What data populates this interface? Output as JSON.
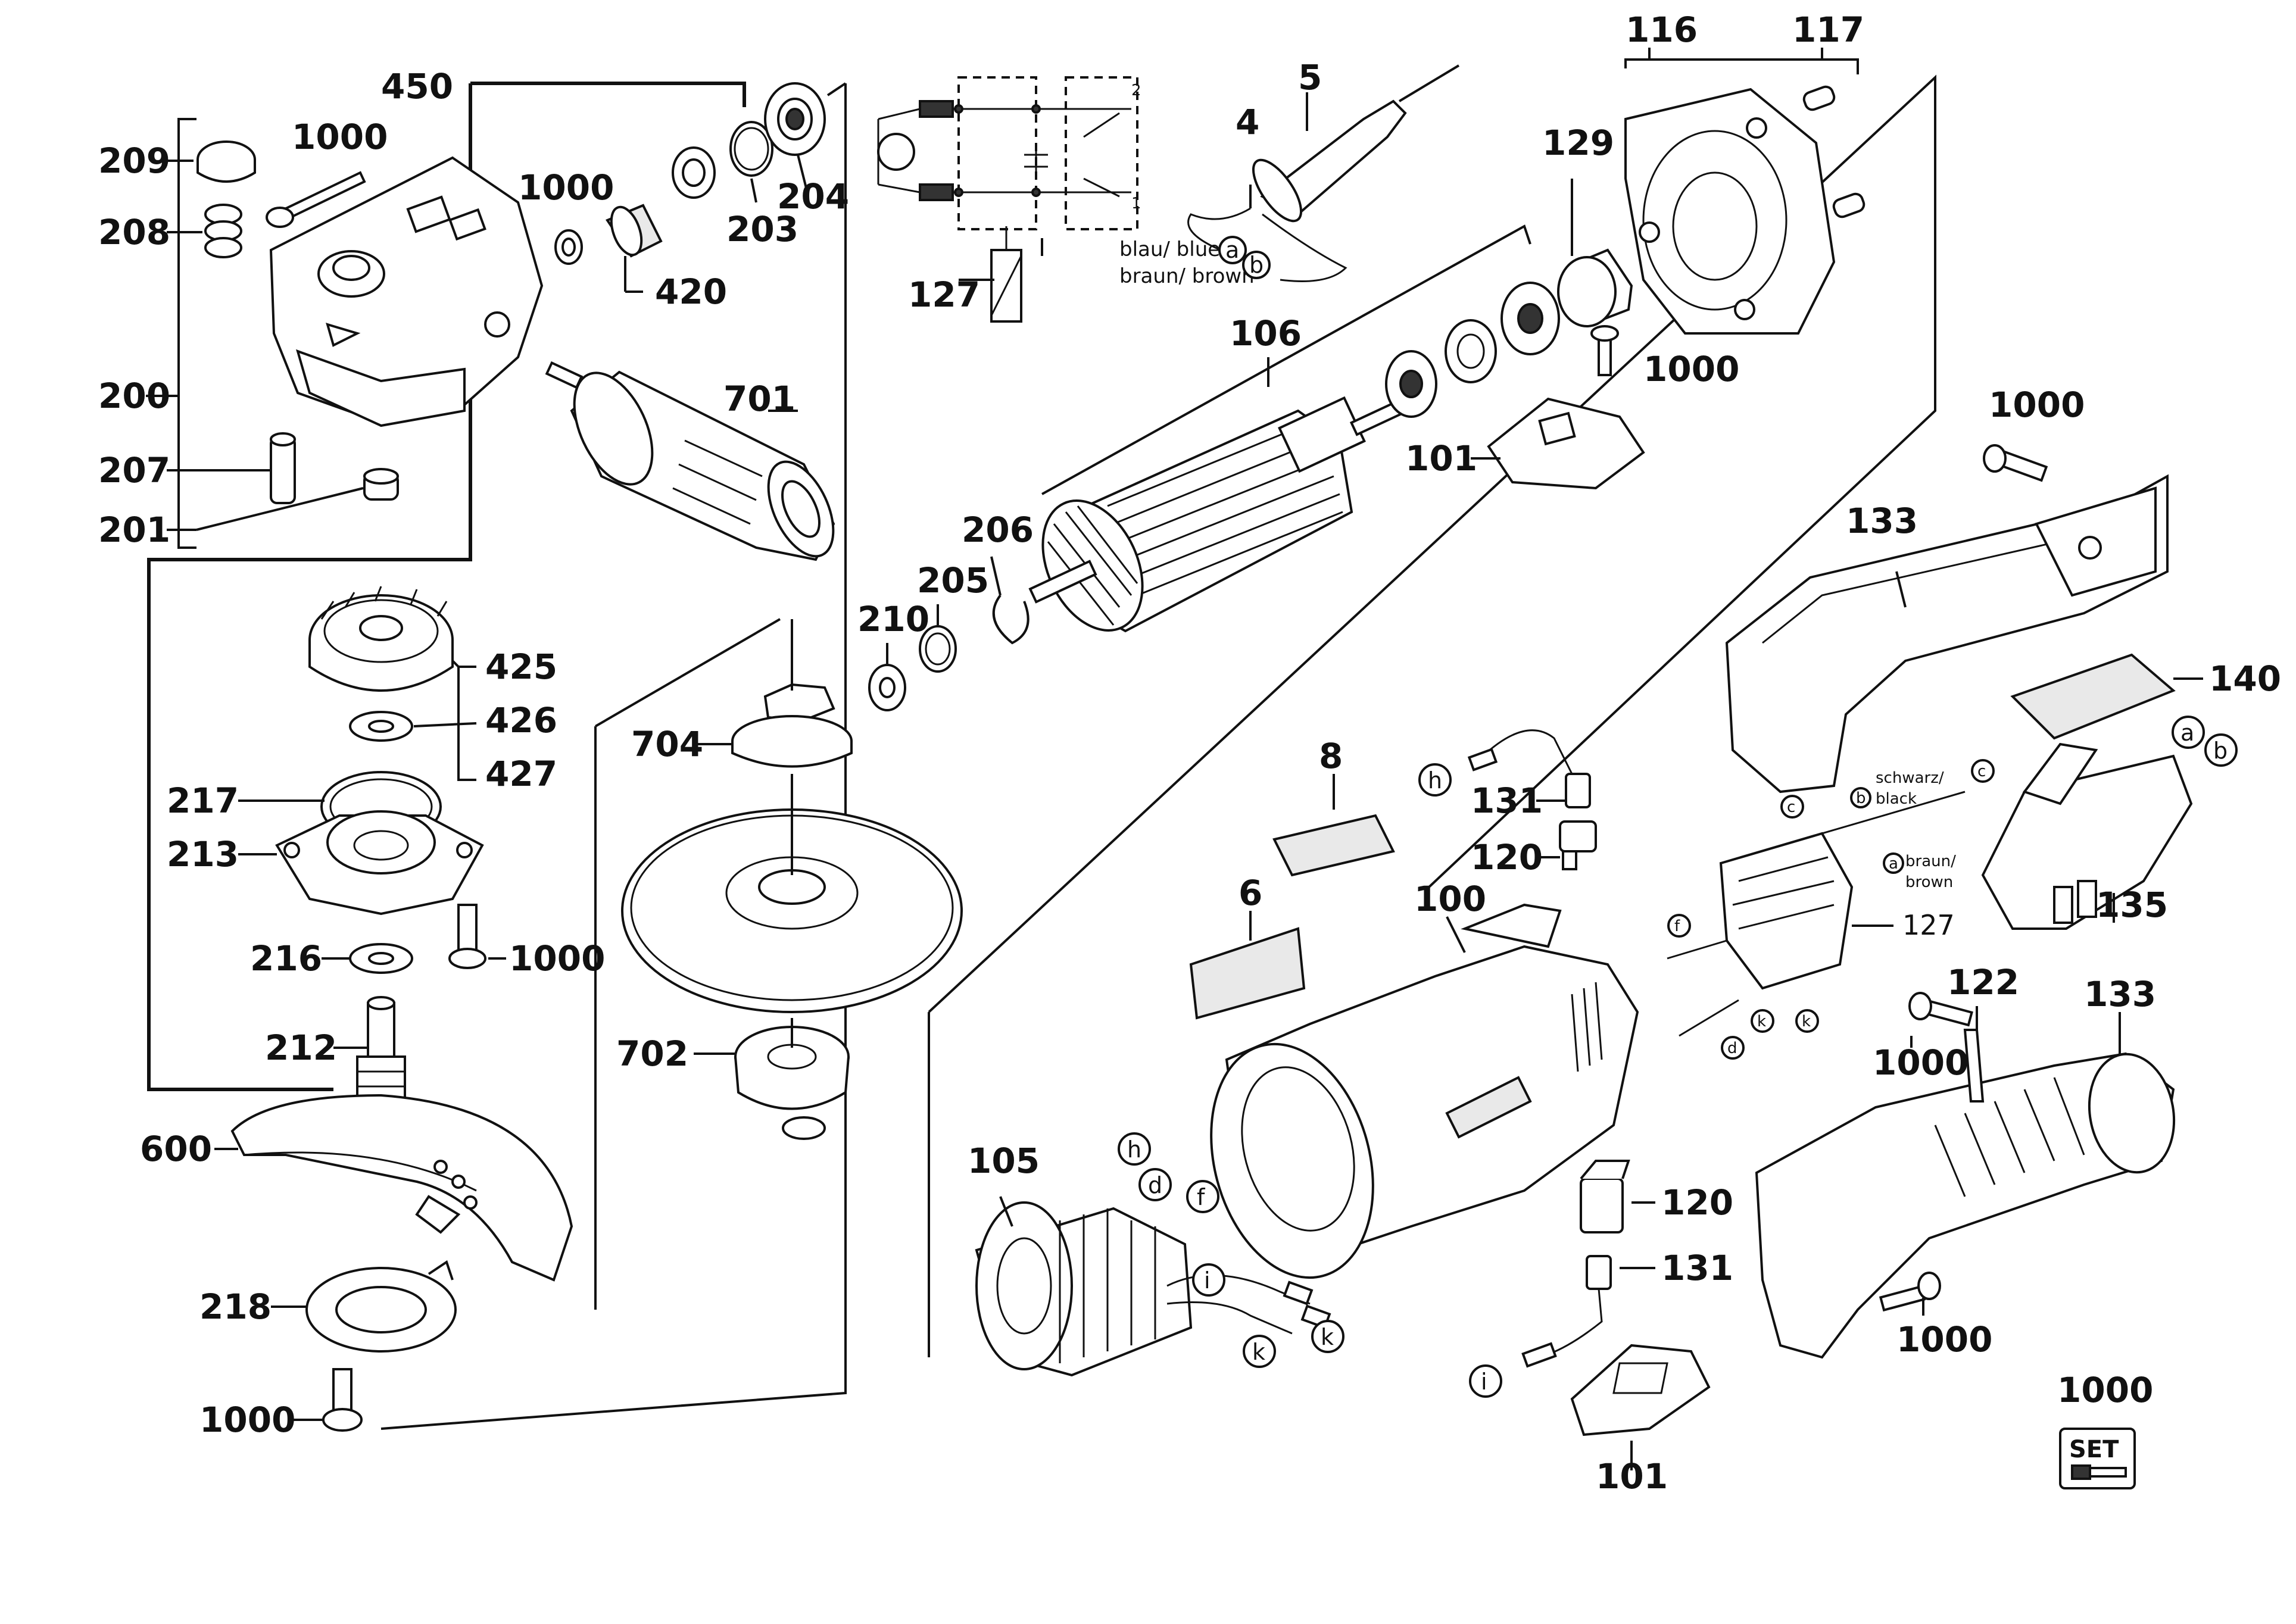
{
  "diagram": {
    "labels": {
      "p450": "450",
      "p209": "209",
      "p1000_top": "1000",
      "p208": "208",
      "p1000_b": "1000",
      "p420": "420",
      "p203": "203",
      "p204": "204",
      "p200": "200",
      "p701": "701",
      "p207": "207",
      "p201": "201",
      "p425": "425",
      "p426": "426",
      "p427": "427",
      "p217": "217",
      "p213": "213",
      "p216": "216",
      "p1000_c": "1000",
      "p212": "212",
      "p600": "600",
      "p218": "218",
      "p1000_d": "1000",
      "p127_top": "127",
      "p4": "4",
      "p5": "5",
      "p106": "106",
      "p206": "206",
      "p205": "205",
      "p210": "210",
      "p704": "704",
      "p702": "702",
      "p116": "116",
      "p117": "117",
      "p129": "129",
      "p1000_e": "1000",
      "p101_top": "101",
      "p1000_f": "1000",
      "p133_top": "133",
      "p140": "140",
      "p8": "8",
      "p131_top": "131",
      "p120_top": "120",
      "p6": "6",
      "p100": "100",
      "p127_mid": "127",
      "p135": "135",
      "p105": "105",
      "p120_b": "120",
      "p131_b": "131",
      "p101_b": "101",
      "p122": "122",
      "p133_b": "133",
      "p1000_g": "1000",
      "p1000_h": "1000",
      "p1000_set": "1000"
    },
    "wires": {
      "blue": "blau/ blue",
      "brown": "braun/ brown",
      "black_de": "schwarz/",
      "black_en": "black",
      "brown_de": "braun/",
      "brown_en": "brown"
    },
    "connectors": {
      "a": "a",
      "b": "b",
      "c": "c",
      "d": "d",
      "f": "f",
      "h": "h",
      "i": "i",
      "k": "k"
    },
    "schematic": {
      "contact1": "1",
      "contact2": "2"
    },
    "set_badge": "SET"
  }
}
